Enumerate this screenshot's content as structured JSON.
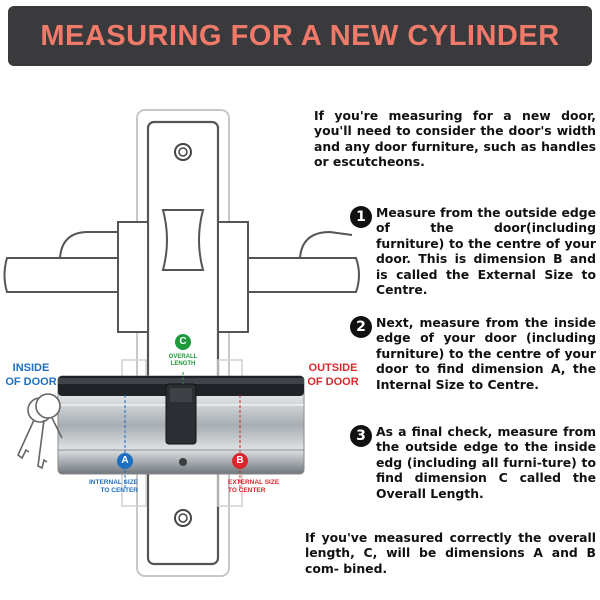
{
  "title": "MEASURING FOR A NEW CYLINDER",
  "intro": "If you're measuring for a new door, you'll need to consider the door's width and any door furniture, such as handles or escutcheons.",
  "steps": [
    {
      "number": "1",
      "text": "Measure from the outside edge of the door(including furniture) to the centre of your door. This is dimension B and is called the External Size to Centre."
    },
    {
      "number": "2",
      "text": "Next, measure from the inside edge of your door (including furniture) to the centre of your door to find dimension A, the Internal Size to Centre."
    },
    {
      "number": "3",
      "text": "As a final check, measure from the outside edge to the inside edg (including all furni-ture) to find dimension C called the Overall Length."
    }
  ],
  "outro": "If you've measured correctly the overall length, C, will be dimensions A and B com- bined.",
  "diagram": {
    "inside_label": [
      "INSIDE",
      "OF DOOR"
    ],
    "outside_label": [
      "OUTSIDE",
      "OF DOOR"
    ],
    "badge_a": "A",
    "badge_b": "B",
    "badge_c": "C",
    "internal_label": [
      "INTERNAL SIZE",
      "TO CENTER"
    ],
    "external_label": [
      "EXTERNAL SIZE",
      "TO CENTER"
    ],
    "overall_label": [
      "OVERALL",
      "LENGTH"
    ]
  },
  "colors": {
    "banner_bg": "#3a3a3c",
    "banner_text": "#f07a6a",
    "inside_blue": "#1d6fc2",
    "outside_red": "#d8282c",
    "overall_green": "#1f9a3a"
  },
  "icons": [
    "door-handle-plate",
    "cylinder-lock",
    "key-icon"
  ]
}
